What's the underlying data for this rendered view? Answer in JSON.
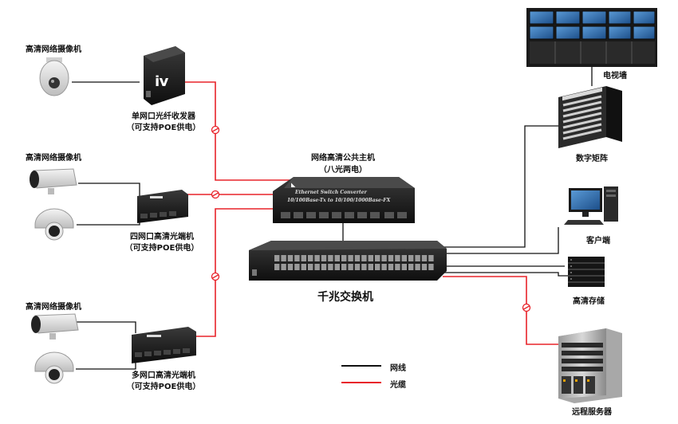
{
  "labels": {
    "cam_top": "高清网络摄像机",
    "cam_mid": "高清网络摄像机",
    "cam_bot": "高清网络摄像机",
    "single_transceiver_1": "单网口光纤收发器",
    "single_transceiver_2": "（可支持POE供电）",
    "four_port_1": "四网口高清光端机",
    "four_port_2": "（可支持POE供电）",
    "multi_port_1": "多网口高清光端机",
    "multi_port_2": "（可支持POE供电）",
    "host_1": "网络高清公共主机",
    "host_2": "（八光两电）",
    "host_panel_1": "Ethernet Switch Converter",
    "host_panel_2": "10/100Base-Tx to 10/100/1000Base-FX",
    "switch": "千兆交换机",
    "tv_wall": "电视墙",
    "matrix": "数字矩阵",
    "client": "客户端",
    "storage": "高清存储",
    "server": "远程服务器"
  },
  "legend": {
    "network_line": "网线",
    "fiber_cable": "光缆"
  },
  "colors": {
    "network_line": "#111111",
    "fiber_cable": "#e8232a",
    "device_dark": "#1c1c1c",
    "screen": "#2f6fb3"
  }
}
